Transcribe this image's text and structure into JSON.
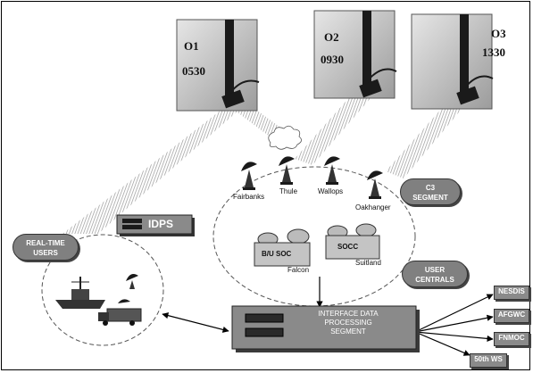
{
  "orbits": [
    {
      "name": "O1",
      "time": "0530"
    },
    {
      "name": "O2",
      "time": "0930"
    },
    {
      "name": "O3",
      "time": "1330"
    }
  ],
  "ground_stations": [
    "Fairbanks",
    "Thule",
    "Wallops",
    "Oakhanger"
  ],
  "c3_segment": {
    "line1": "C3",
    "line2": "SEGMENT"
  },
  "idps_label": "IDPS",
  "real_time_users": {
    "line1": "REAL-TIME",
    "line2": "USERS"
  },
  "socs": [
    {
      "label": "B/U SOC",
      "site": "Falcon"
    },
    {
      "label": "SOCC",
      "site": "Suitland"
    }
  ],
  "user_centrals": {
    "line1": "USER",
    "line2": "CENTRALS"
  },
  "interface_segment": {
    "line1": "INTERFACE DATA",
    "line2": "PROCESSING",
    "line3": "SEGMENT"
  },
  "centrals": [
    "NESDIS",
    "AFGWC",
    "FNMOC",
    "50th WS"
  ],
  "colors": {
    "pill": "#808080",
    "dark": "#1a1a1a",
    "beam": "#b8b8b8"
  }
}
